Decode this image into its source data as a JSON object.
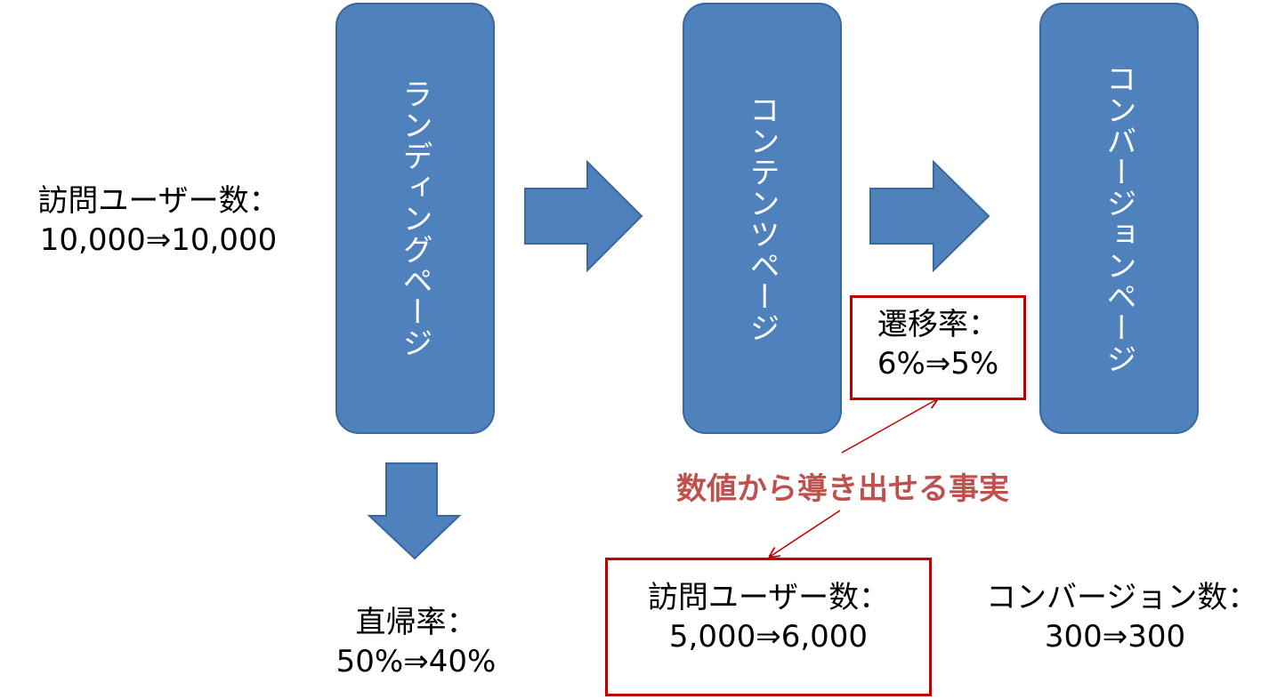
{
  "stages": [
    {
      "id": "landing",
      "label": "ランディングページ"
    },
    {
      "id": "content",
      "label": "コンテンツページ"
    },
    {
      "id": "conversion",
      "label": "コンバージョンページ"
    }
  ],
  "metrics": {
    "visitors_top": {
      "line1": "訪問ユーザー数：",
      "line2": "10,000⇒10,000"
    },
    "bounce": {
      "line1": "直帰率：",
      "line2": "50%⇒40%"
    },
    "transition": {
      "line1": "遷移率：",
      "line2": "6%⇒5%"
    },
    "visitors_content": {
      "line1": "訪問ユーザー数：",
      "line2": "5,000⇒6,000"
    },
    "conversions": {
      "line1": "コンバージョン数：",
      "line2": "300⇒300"
    }
  },
  "callout": {
    "text": "数値から導き出せる事実"
  },
  "colors": {
    "box_fill": "#4f81bd",
    "box_border": "#3a679c",
    "highlight_border": "#c00000",
    "callout_text": "#c0504d",
    "connector": "#c00000"
  }
}
